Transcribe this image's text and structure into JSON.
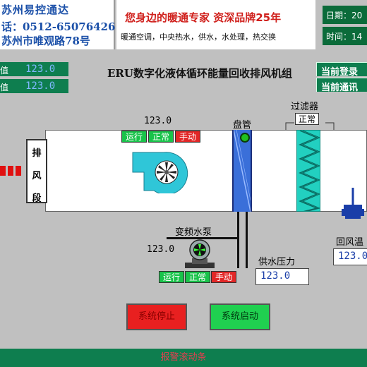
{
  "header": {
    "company_line1": "苏州易控通达",
    "company_line2": "话：0512-65076426",
    "company_line3": "苏州市唯观路78号",
    "slogan_title": "您身边的暖通专家 资深品牌25年",
    "slogan_sub": "暖通空调，中央热水，供水，水处理，热交换",
    "date_label": "日期：20",
    "time_label": "时间：14"
  },
  "left_values": [
    {
      "label": "值",
      "value": "123.0"
    },
    {
      "label": "值",
      "value": "123.0"
    }
  ],
  "title": "ERU数字化液体循环能量回收排风机组",
  "right_buttons": [
    "当前登录",
    "当前通讯"
  ],
  "duct": {
    "section_label": [
      "排",
      "风",
      "段"
    ],
    "fan_reading": "123.0",
    "fan_status": [
      "运行",
      "正常",
      "手动"
    ],
    "coil_label": "盘管",
    "filter_label": "过滤器",
    "filter_status": "正常"
  },
  "pump": {
    "label": "变频水泵",
    "reading": "123.0",
    "status": [
      "运行",
      "正常",
      "手动"
    ]
  },
  "supply_pressure": {
    "label": "供水压力",
    "value": "123.0"
  },
  "return_temp": {
    "label": "回风温",
    "value": "123.0"
  },
  "controls": {
    "stop_label": "系统停止",
    "start_label": "系统启动"
  },
  "status_bar": {
    "text": "报警滚动条"
  },
  "colors": {
    "panel_green": "#0e7e4f",
    "background": "#c0c0c0",
    "coil_blue": "#3a6fd9",
    "filter_cyan": "#22d0c0",
    "run_green": "#19c34a",
    "alarm_red": "#e22727"
  }
}
